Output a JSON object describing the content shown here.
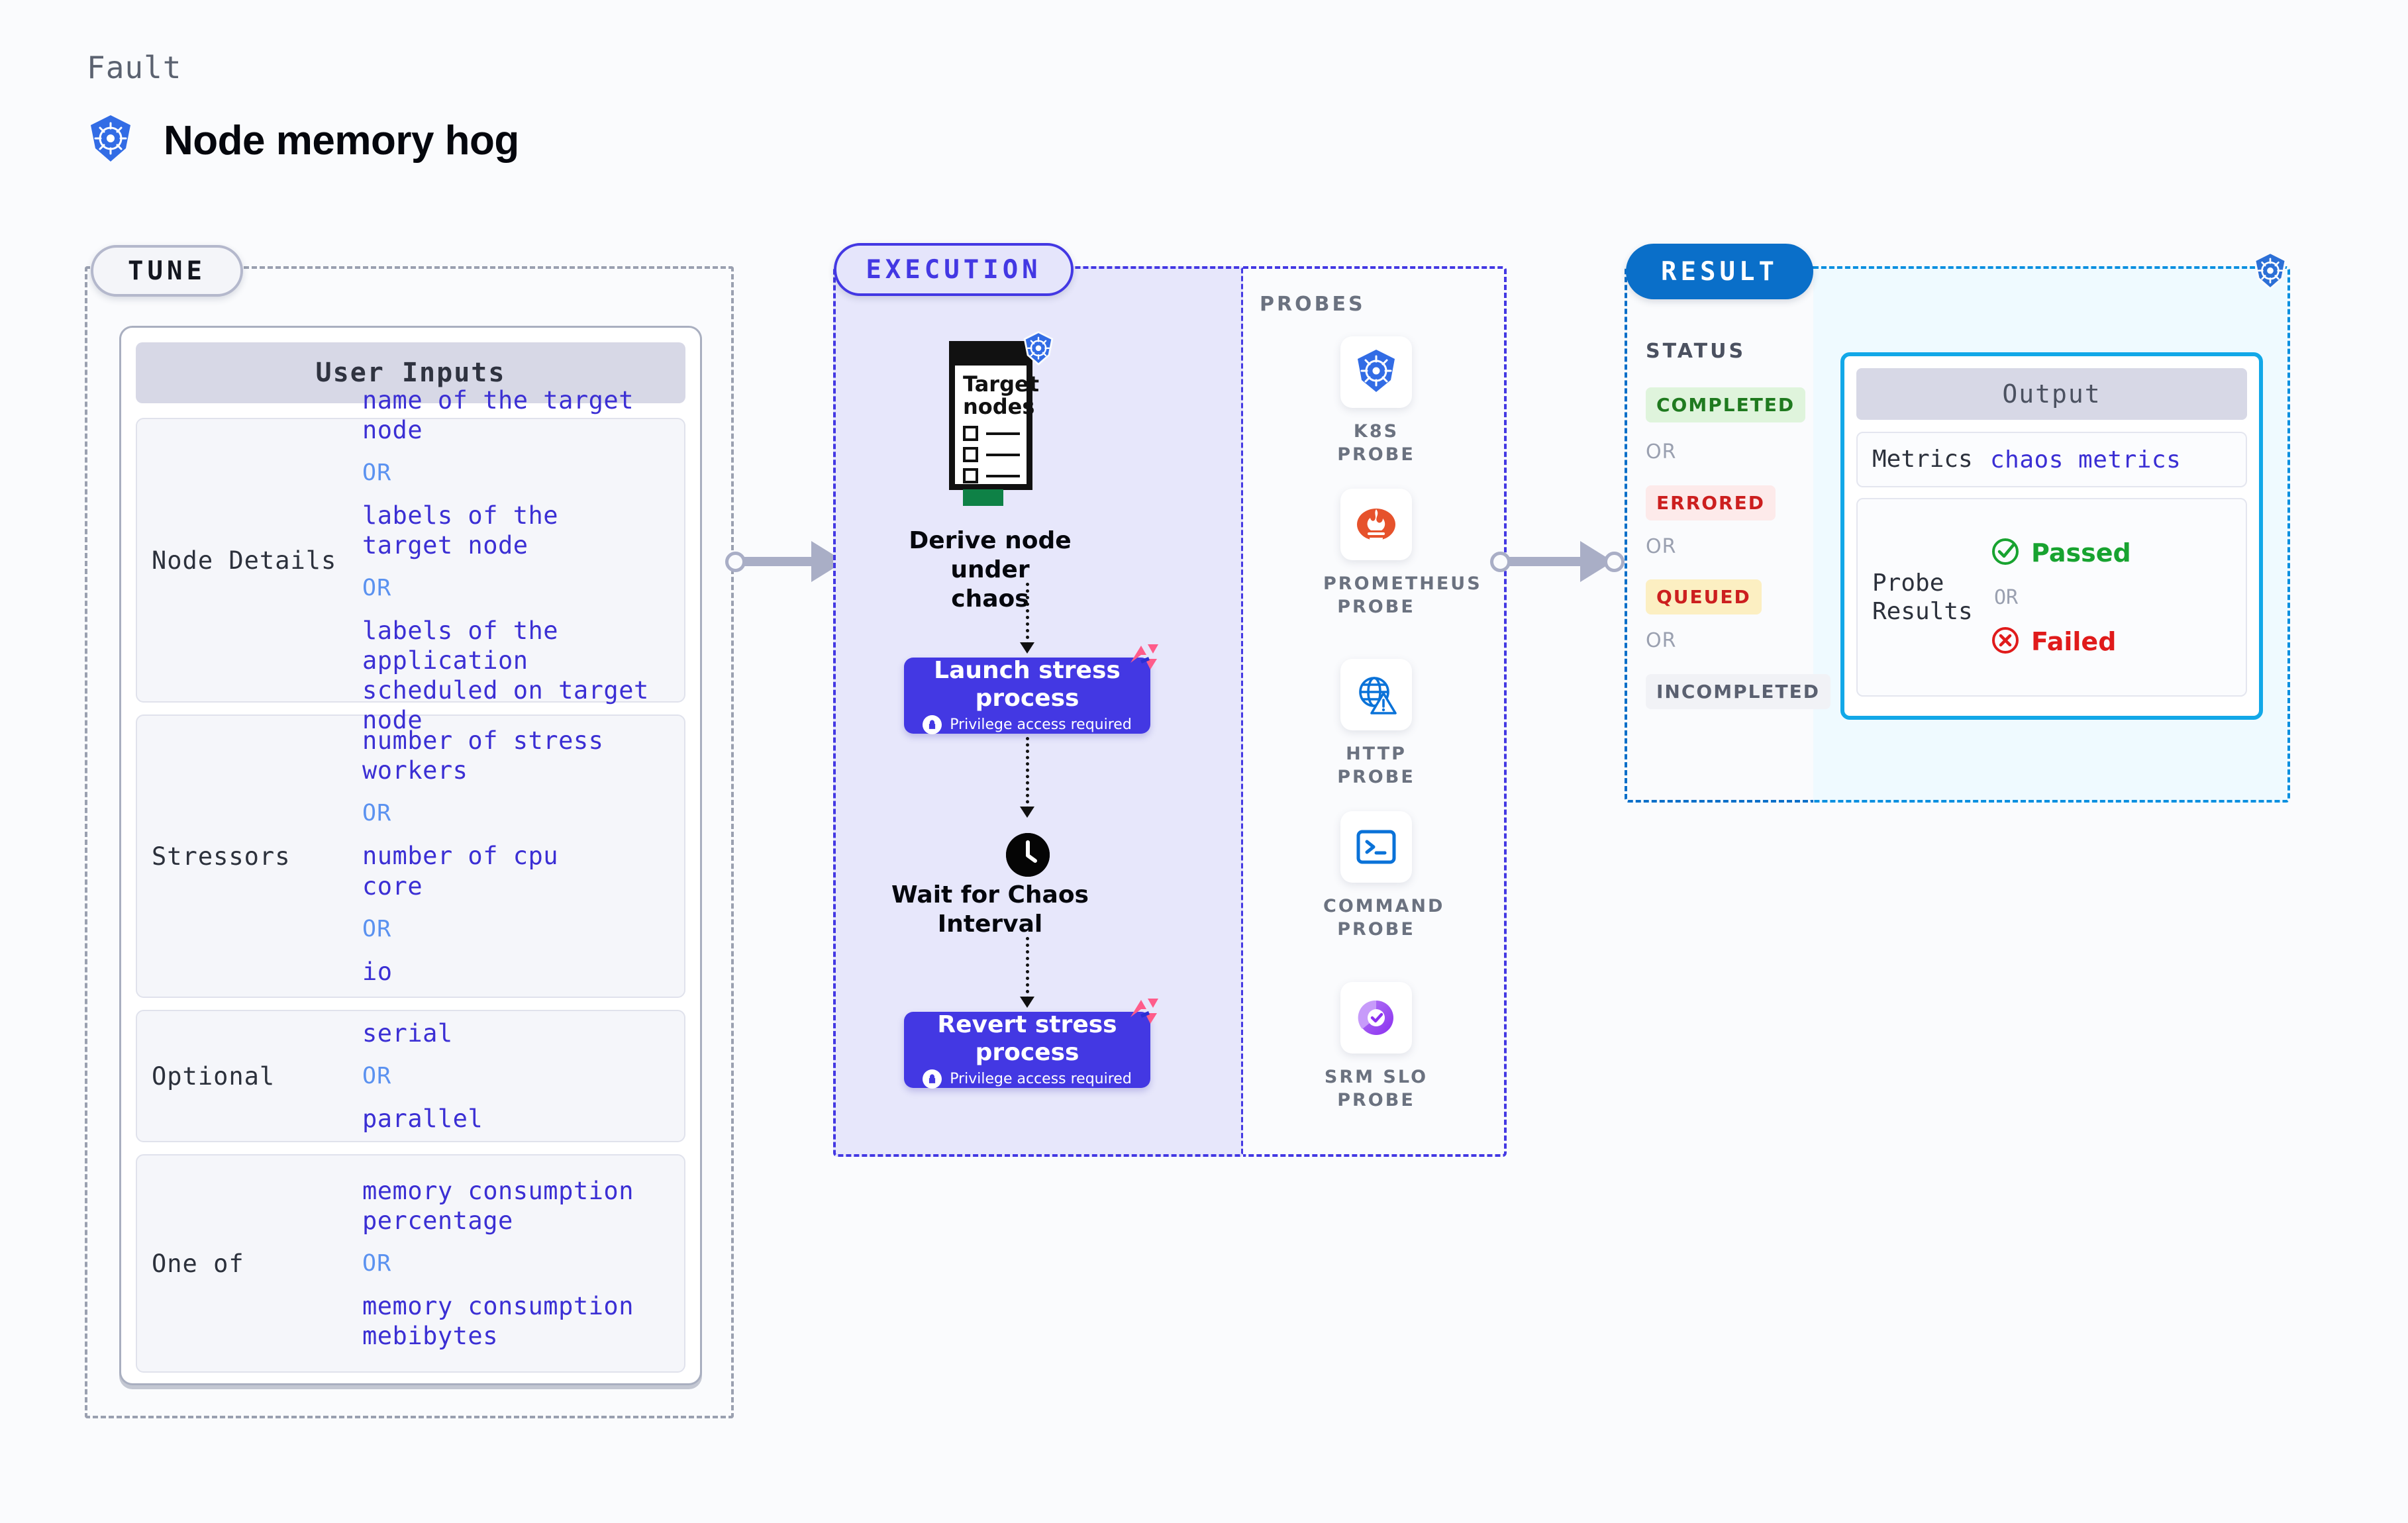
{
  "header": {
    "kicker": "Fault",
    "title": "Node memory hog",
    "icon": "kubernetes-icon"
  },
  "tune": {
    "pill_label": "TUNE",
    "card_title": "User Inputs",
    "rows": [
      {
        "label": "Node Details",
        "values": [
          "name of the target\nnode",
          "labels of the\ntarget node",
          "labels of the application\n scheduled on target node"
        ],
        "separator": "OR"
      },
      {
        "label": "Stressors",
        "values": [
          "number of stress\nworkers",
          "number of cpu\ncore",
          "io"
        ],
        "separator": "OR"
      },
      {
        "label": "Optional",
        "values": [
          "serial",
          "parallel"
        ],
        "separator": "OR"
      },
      {
        "label": "One of",
        "values": [
          "memory consumption\npercentage",
          "memory consumption\nmebibytes"
        ],
        "separator": "OR"
      }
    ]
  },
  "execution": {
    "pill_label": "EXECUTION",
    "card": {
      "title": "Target\nnodes",
      "icon": "kubernetes-icon"
    },
    "steps": [
      {
        "label": "Derive node under\nchaos",
        "type": "derive"
      },
      {
        "label": "Launch stress\nprocess",
        "sub": "Privilege access required",
        "type": "action",
        "icon": "lock-icon",
        "badge": "harness-icon"
      },
      {
        "label": "Wait for Chaos\nInterval",
        "type": "wait",
        "icon": "clock-icon"
      },
      {
        "label": "Revert stress\nprocess",
        "sub": "Privilege access required",
        "type": "action",
        "icon": "lock-icon",
        "badge": "harness-icon"
      }
    ]
  },
  "probes": {
    "title": "PROBES",
    "items": [
      {
        "name": "K8S  PROBE",
        "icon": "kubernetes-icon"
      },
      {
        "name": "PROMETHEUS\nPROBE",
        "icon": "prometheus-icon"
      },
      {
        "name": "HTTP  PROBE",
        "icon": "http-globe-warning-icon"
      },
      {
        "name": "COMMAND\nPROBE",
        "icon": "terminal-icon"
      },
      {
        "name": "SRM SLO\nPROBE",
        "icon": "srm-slo-icon"
      }
    ]
  },
  "result": {
    "pill_label": "RESULT",
    "status_title": "STATUS",
    "separator": "OR",
    "statuses": [
      {
        "label": "COMPLETED",
        "bg": "#dff4dc",
        "fg": "#1f7a1f"
      },
      {
        "label": "ERRORED",
        "bg": "#fdeaea",
        "fg": "#cc1f1f"
      },
      {
        "label": "QUEUED",
        "bg": "#fcefc2",
        "fg": "#cc1f1f"
      },
      {
        "label": "INCOMPLETED",
        "bg": "#f1f2f6",
        "fg": "#5a6070"
      }
    ],
    "corner_icon": "kubernetes-icon"
  },
  "output": {
    "card_title": "Output",
    "metrics_label": "Metrics",
    "metrics_value": "chaos metrics",
    "probe_results_label": "Probe\nResults",
    "probe_passed": "Passed",
    "probe_failed": "Failed",
    "separator": "OR"
  },
  "colors": {
    "accent_purple": "#4338e3",
    "accent_blue": "#0a6fc9",
    "accent_cyan": "#12a8e8",
    "tune_border": "#9aa0b0",
    "value_text": "#3b2fd4",
    "or_text": "#5b92f0",
    "harness_pink": "#ff5c8a",
    "k8s_blue": "#326ce5",
    "prometheus_orange": "#e6522c"
  }
}
